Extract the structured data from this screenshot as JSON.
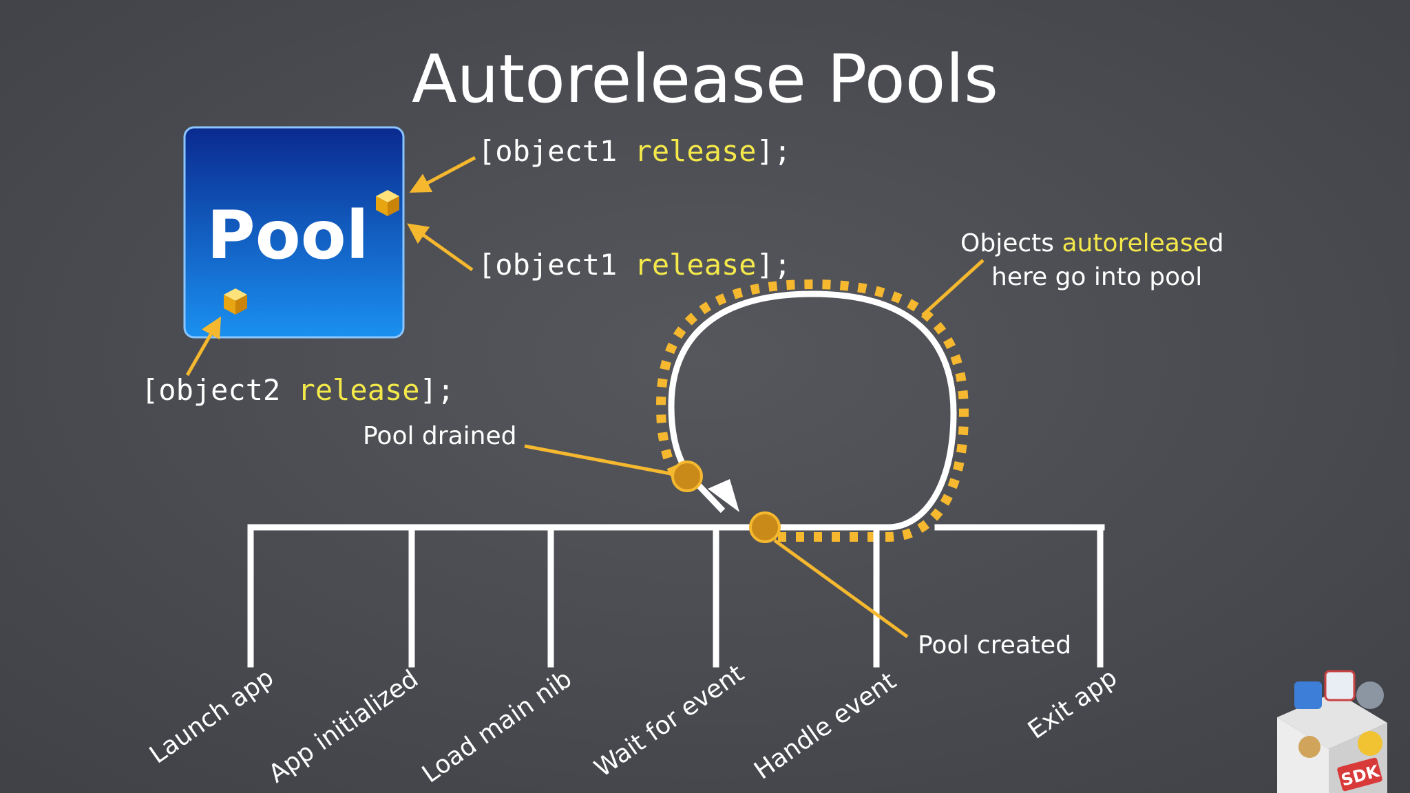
{
  "title": "Autorelease Pools",
  "pool_box": {
    "label": "Pool"
  },
  "code_lines": [
    {
      "prefix": "[object1 ",
      "keyword": "release",
      "suffix": "];"
    },
    {
      "prefix": "[object1 ",
      "keyword": "release",
      "suffix": "];"
    },
    {
      "prefix": "[object2 ",
      "keyword": "release",
      "suffix": "];"
    }
  ],
  "annotations": {
    "objects_line1_prefix": "Objects ",
    "objects_line1_keyword": "autorelease",
    "objects_line1_suffix": "d",
    "objects_line2": "here go into pool",
    "pool_drained": "Pool drained",
    "pool_created": "Pool created"
  },
  "timeline": {
    "stages": [
      "Launch app",
      "App initialized",
      "Load main nib",
      "Wait for event",
      "Handle event",
      "Exit app"
    ]
  },
  "colors": {
    "background": "#4a4c52",
    "accent": "#f5b82e",
    "keyword": "#f4e84a",
    "line": "#ffffff",
    "pool_top": "#0a2a8f",
    "pool_bottom": "#1a90f0",
    "node": "#c98a1a"
  },
  "icons": [
    "cube-icon",
    "sdk-box-icon"
  ]
}
